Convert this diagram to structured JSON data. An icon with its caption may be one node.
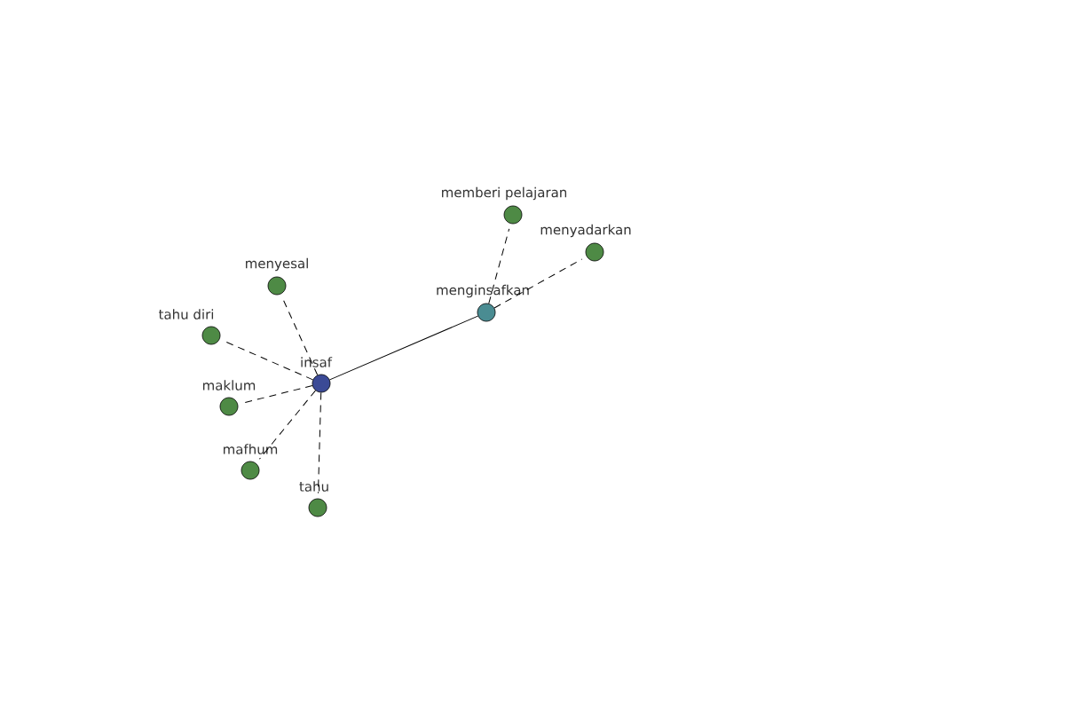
{
  "diagram": {
    "nodes": [
      {
        "text": [
          "insaf"
        ]
      },
      {
        "text": [
          "menginsafkan"
        ]
      },
      {
        "text": [
          "memberi pelajaran"
        ]
      },
      {
        "text": [
          "menyadarkan"
        ]
      },
      {
        "text": [
          "menyesal"
        ]
      },
      {
        "text": [
          "tahu diri"
        ]
      },
      {
        "text": [
          "maklum"
        ]
      },
      {
        "text": [
          "mafhum"
        ]
      },
      {
        "text": [
          "tahu"
        ]
      }
    ],
    "edges": [
      {
        "from": 0,
        "to": 1,
        "arrow": "none"
      },
      {
        "from": 1,
        "to": 2,
        "arrow": "none",
        "style": "dashed"
      },
      {
        "from": 1,
        "to": 3,
        "arrow": "none",
        "style": "dashed"
      },
      {
        "from": 0,
        "to": 4,
        "arrow": "none",
        "style": "dashed"
      },
      {
        "from": 0,
        "to": 5,
        "arrow": "none",
        "style": "dashed"
      },
      {
        "from": 0,
        "to": 6,
        "arrow": "none",
        "style": "dashed"
      },
      {
        "from": 0,
        "to": 7,
        "arrow": "none",
        "style": "dashed"
      },
      {
        "from": 0,
        "to": 8,
        "arrow": "none",
        "style": "dashed"
      }
    ]
  }
}
